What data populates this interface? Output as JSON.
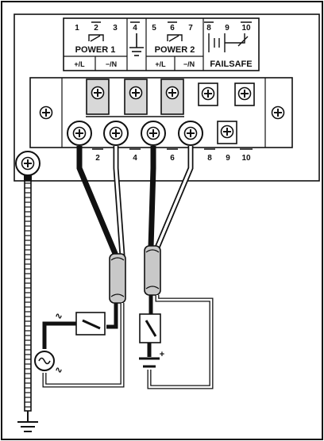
{
  "top_terminal_numbers": [
    "1",
    "2",
    "3",
    "4",
    "5",
    "6",
    "7",
    "8",
    "9",
    "10"
  ],
  "power1": {
    "title": "POWER 1",
    "plus": "+/L",
    "minus": "−/N"
  },
  "power2": {
    "title": "POWER 2",
    "plus": "+/L",
    "minus": "−/N"
  },
  "failsafe": {
    "title": "FAILSAFE"
  },
  "bottom_terminal_numbers": [
    "2",
    "4",
    "6",
    "8",
    "9",
    "10"
  ],
  "battery_plus": "+",
  "ac_wave_symbol": "∿",
  "colors": {
    "line": "#111111",
    "panel": "#ffffff",
    "shade": "#d8d8d8",
    "sleeve": "#c8c8c8"
  },
  "icons": [
    "screw-terminal-icon",
    "ground-symbol-icon",
    "ac-source-icon",
    "battery-icon",
    "switch-icon",
    "relay-contact-icon"
  ]
}
